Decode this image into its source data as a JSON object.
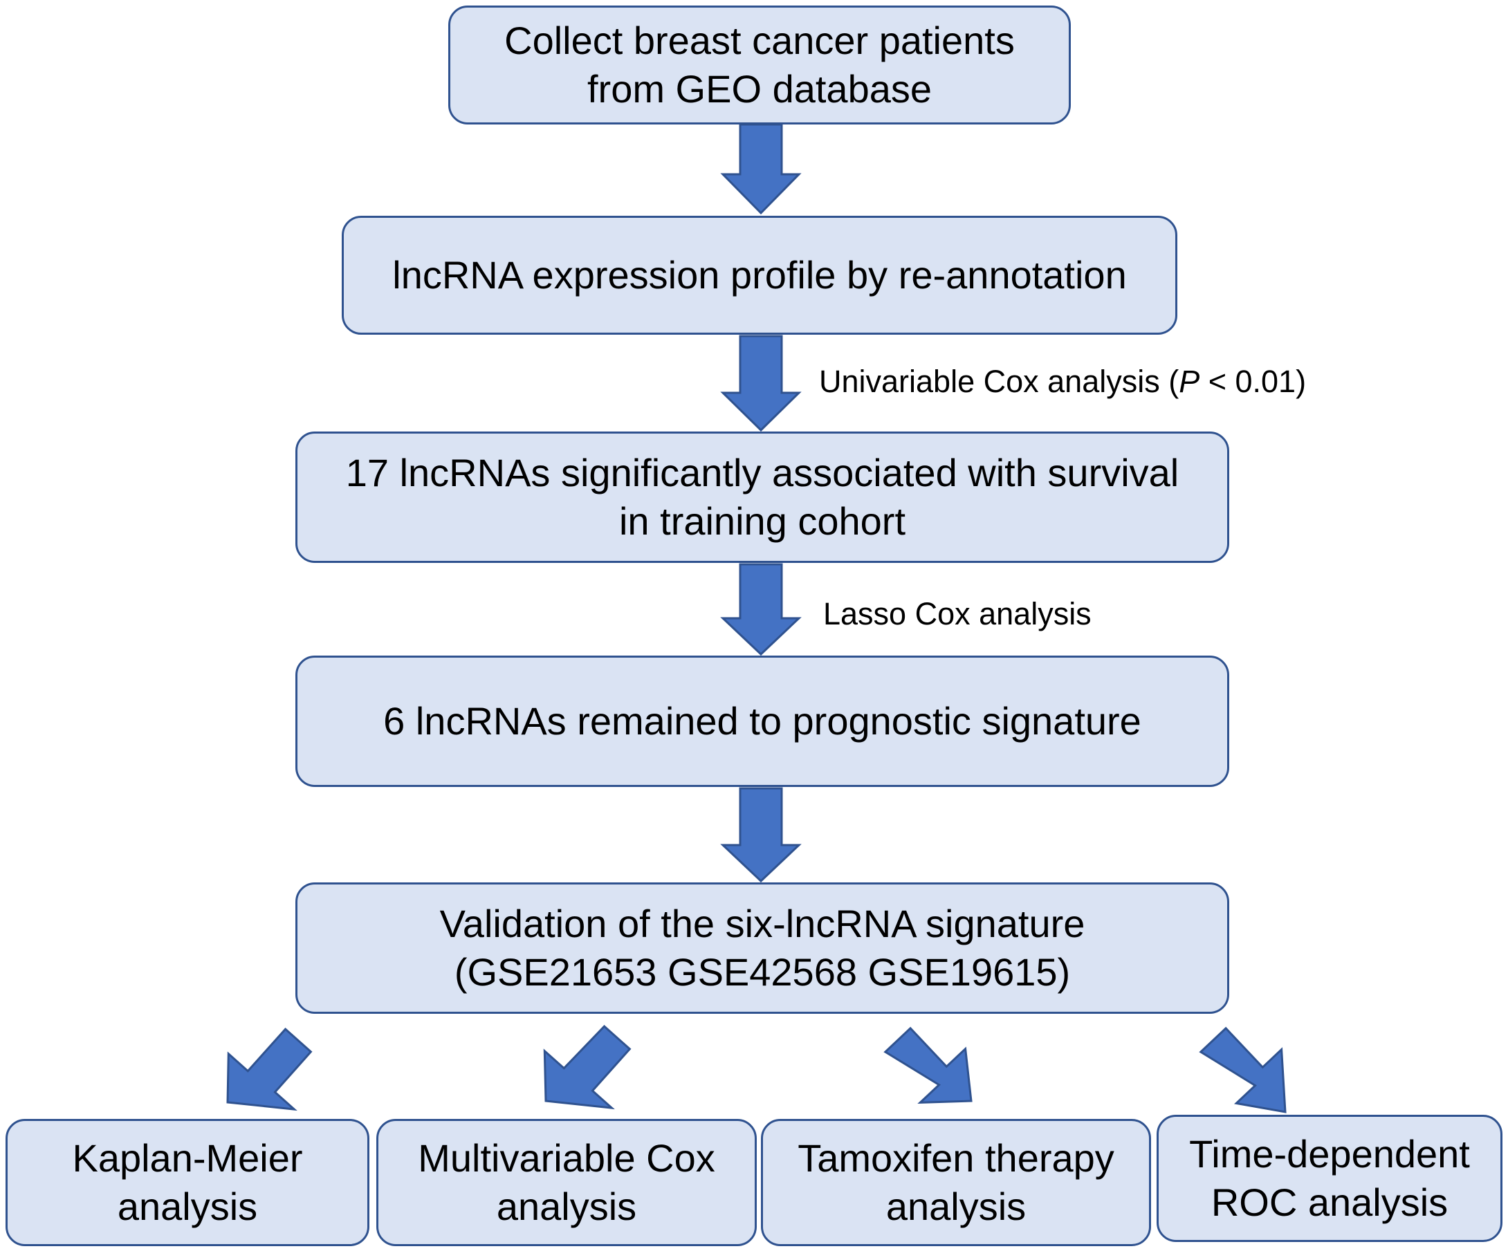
{
  "nodes": {
    "collect": "Collect breast cancer patients\nfrom GEO database",
    "profile": "lncRNA expression profile by re-annotation",
    "seventeen": "17 lncRNAs significantly associated with survival\nin training cohort",
    "six": "6 lncRNAs remained to prognostic signature",
    "validation": "Validation of the six-lncRNA signature\n(GSE21653 GSE42568 GSE19615)",
    "km": "Kaplan-Meier\nanalysis",
    "multicox": "Multivariable Cox\nanalysis",
    "tamoxifen": "Tamoxifen therapy\nanalysis",
    "roc": "Time-dependent\nROC analysis"
  },
  "edge_labels": {
    "univariable_prefix": "Univariable Cox analysis (",
    "univariable_p": "P",
    "univariable_suffix": " < 0.01)",
    "lasso": "Lasso Cox analysis"
  },
  "colors": {
    "box_fill": "#dae3f3",
    "box_border": "#2f528f",
    "arrow_fill": "#4472c4",
    "arrow_stroke": "#2f528f"
  }
}
